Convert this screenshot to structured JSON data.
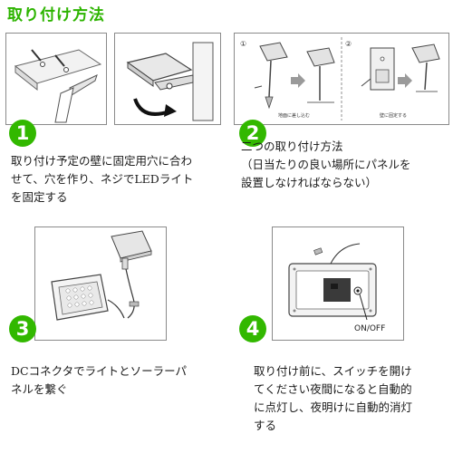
{
  "title": "取り付け方法",
  "steps": [
    {
      "number": "1",
      "lines": [
        "取り付け予定の壁に固定用穴に合わ",
        "せて、穴を作り、ネジでLEDライト",
        "を固定する"
      ]
    },
    {
      "number": "2",
      "lines": [
        "二つの取り付け方法",
        "（日当たりの良い場所にパネルを",
        "設置しなければならない）"
      ],
      "captions": {
        "ground": "地面に差し込む",
        "wall": "壁に固定する"
      },
      "markers": {
        "first": "①",
        "second": "②"
      }
    },
    {
      "number": "3",
      "lines": [
        "DCコネクタでライトとソーラーパ",
        "ネルを繋ぐ"
      ]
    },
    {
      "number": "4",
      "lines": [
        "取り付け前に、スイッチを開け",
        "てください夜間になると自動的",
        "に点灯し、夜明けに自動的消灯",
        "する"
      ],
      "switch_label": "ON/OFF"
    }
  ],
  "colors": {
    "accent": "#32b800",
    "title": "#2db400"
  }
}
